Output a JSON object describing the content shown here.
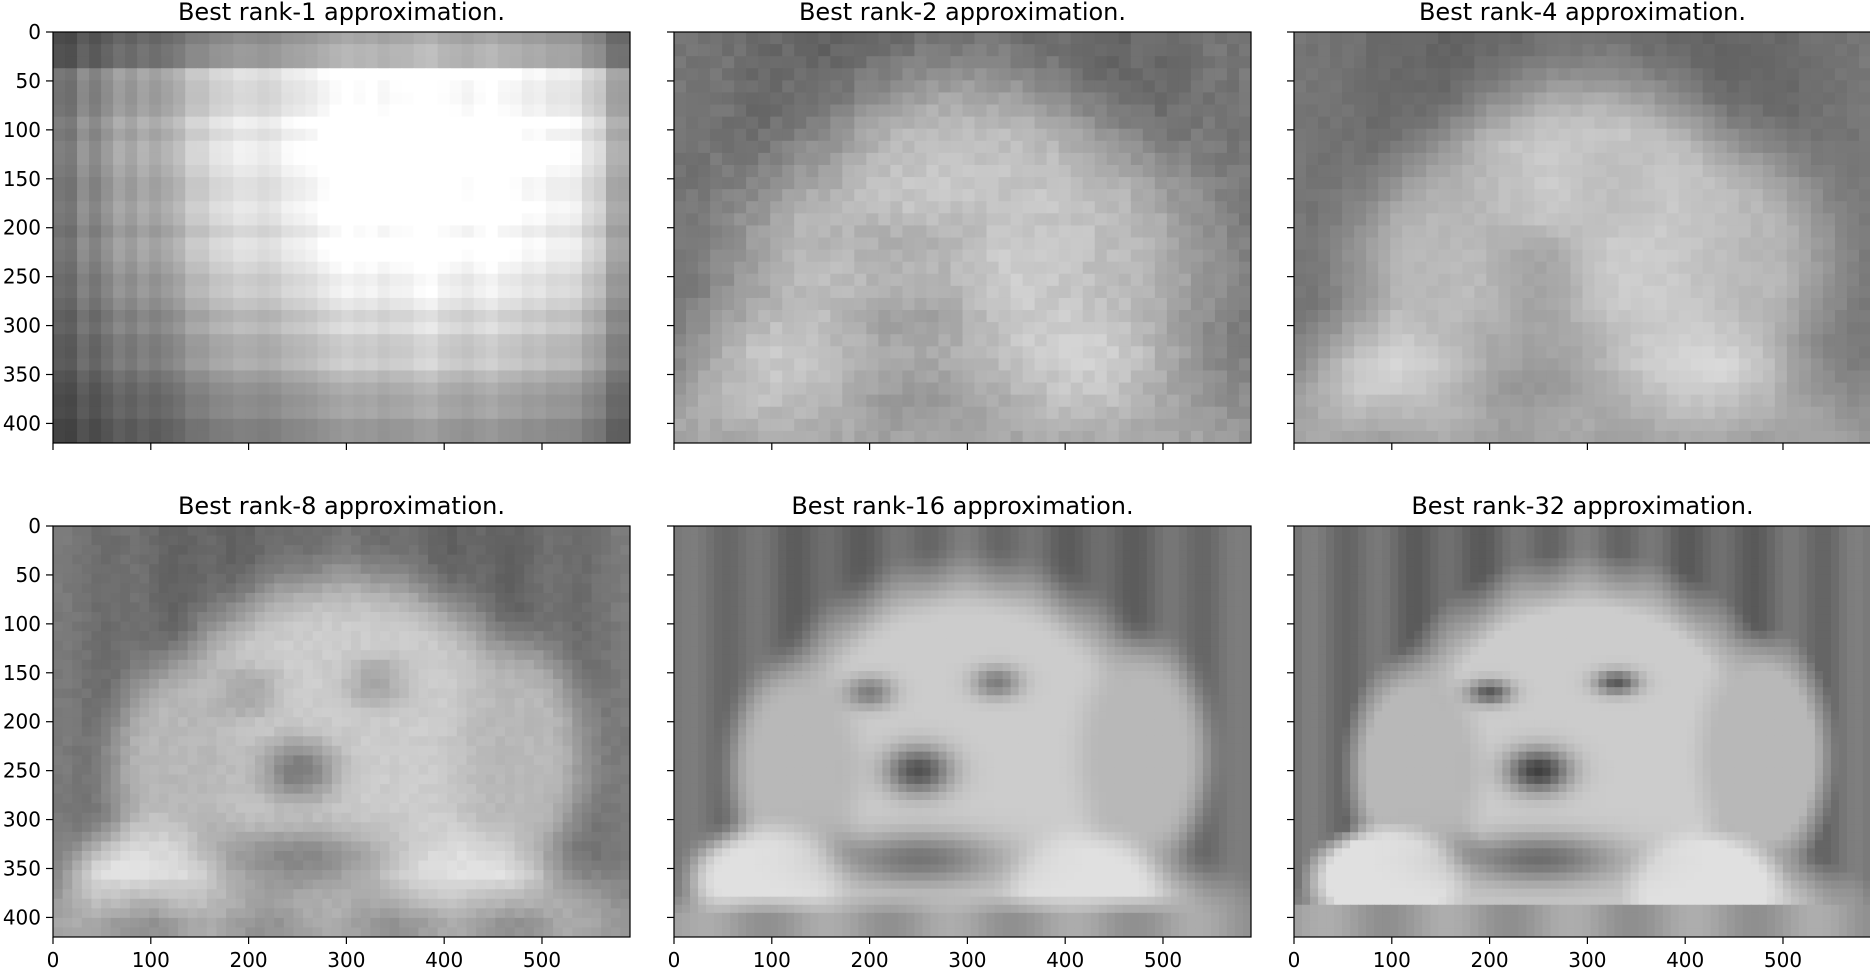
{
  "chart_data": [
    {
      "type": "heatmap",
      "title": "Best rank-1 approximation.",
      "rank": 1,
      "colormap": "gray",
      "xlim": [
        0,
        590
      ],
      "ylim": [
        420,
        0
      ],
      "xticks": [
        0,
        100,
        200,
        300,
        400,
        500
      ],
      "yticks": [
        0,
        50,
        100,
        150,
        200,
        250,
        300,
        350,
        400
      ],
      "xtick_labels_visible": false,
      "ytick_labels_visible": true
    },
    {
      "type": "heatmap",
      "title": "Best rank-2 approximation.",
      "rank": 2,
      "colormap": "gray",
      "xlim": [
        0,
        590
      ],
      "ylim": [
        420,
        0
      ],
      "xticks": [
        0,
        100,
        200,
        300,
        400,
        500
      ],
      "yticks": [
        0,
        50,
        100,
        150,
        200,
        250,
        300,
        350,
        400
      ],
      "xtick_labels_visible": false,
      "ytick_labels_visible": false
    },
    {
      "type": "heatmap",
      "title": "Best rank-4 approximation.",
      "rank": 4,
      "colormap": "gray",
      "xlim": [
        0,
        590
      ],
      "ylim": [
        420,
        0
      ],
      "xticks": [
        0,
        100,
        200,
        300,
        400,
        500
      ],
      "yticks": [
        0,
        50,
        100,
        150,
        200,
        250,
        300,
        350,
        400
      ],
      "xtick_labels_visible": false,
      "ytick_labels_visible": false
    },
    {
      "type": "heatmap",
      "title": "Best rank-8 approximation.",
      "rank": 8,
      "colormap": "gray",
      "xlim": [
        0,
        590
      ],
      "ylim": [
        420,
        0
      ],
      "xticks": [
        0,
        100,
        200,
        300,
        400,
        500
      ],
      "yticks": [
        0,
        50,
        100,
        150,
        200,
        250,
        300,
        350,
        400
      ],
      "xtick_labels_visible": true,
      "ytick_labels_visible": true
    },
    {
      "type": "heatmap",
      "title": "Best rank-16 approximation.",
      "rank": 16,
      "colormap": "gray",
      "xlim": [
        0,
        590
      ],
      "ylim": [
        420,
        0
      ],
      "xticks": [
        0,
        100,
        200,
        300,
        400,
        500
      ],
      "yticks": [
        0,
        50,
        100,
        150,
        200,
        250,
        300,
        350,
        400
      ],
      "xtick_labels_visible": true,
      "ytick_labels_visible": false
    },
    {
      "type": "heatmap",
      "title": "Best rank-32 approximation.",
      "rank": 32,
      "colormap": "gray",
      "xlim": [
        0,
        590
      ],
      "ylim": [
        420,
        0
      ],
      "xticks": [
        0,
        100,
        200,
        300,
        400,
        500
      ],
      "yticks": [
        0,
        50,
        100,
        150,
        200,
        250,
        300,
        350,
        400
      ],
      "xtick_labels_visible": true,
      "ytick_labels_visible": false
    }
  ]
}
